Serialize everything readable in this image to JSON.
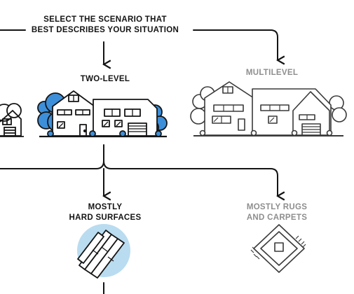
{
  "prompt": {
    "line1": "SELECT THE SCENARIO THAT",
    "line2": "BEST DESCRIBES YOUR SITUATION"
  },
  "options": {
    "two_level": {
      "label": "TWO-LEVEL",
      "selected": true
    },
    "multilevel": {
      "label": "MULTILEVEL",
      "selected": false
    }
  },
  "floor_options": {
    "hard_surfaces": {
      "line1": "MOSTLY",
      "line2": "HARD SURFACES",
      "selected": true
    },
    "rugs_carpets": {
      "line1": "MOSTLY RUGS",
      "line2": "AND CARPETS",
      "selected": false
    }
  },
  "colors": {
    "line": "#141414",
    "accent_blue": "#3d8fd9",
    "accent_light_blue": "#b9dcf0",
    "muted_text": "#8e8e8e",
    "muted_line": "#3a3a3a"
  },
  "icons": {
    "two_level": "two-level-house-icon",
    "multilevel": "multilevel-house-icon",
    "hard_surfaces": "wood-planks-icon",
    "rugs_carpets": "rug-icon"
  }
}
